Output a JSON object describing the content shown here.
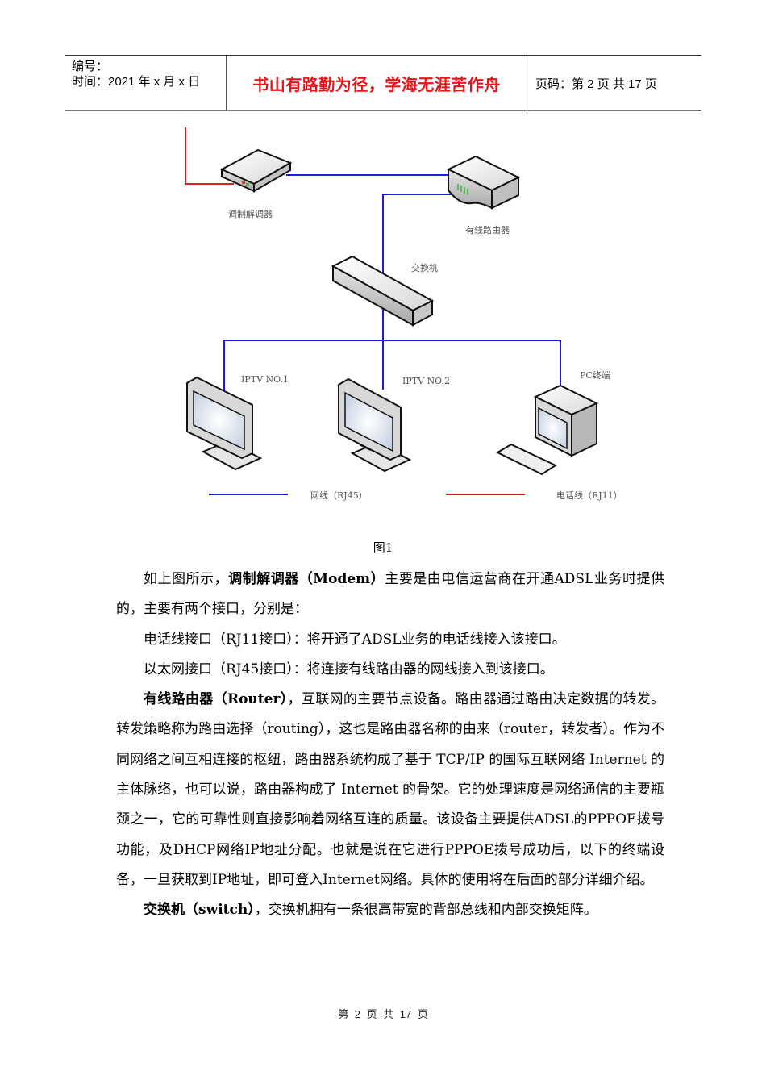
{
  "header": {
    "serial_label": "编号：",
    "date_line": "时间：2021 年 x 月 x 日",
    "motto": "书山有路勤为径，学海无涯苦作舟",
    "page_info": "页码：第 2 页  共 17 页"
  },
  "diagram": {
    "devices": {
      "modem": "调制解调器",
      "router": "有线路由器",
      "switch": "交换机",
      "iptv1": "IPTV NO.1",
      "iptv2": "IPTV NO.2",
      "pc": "PC终端"
    },
    "legend": {
      "network_cable": "网线（RJ45）",
      "phone_cable": "电话线（RJ11）"
    },
    "colors": {
      "network": "#1a1adc",
      "phone": "#e02020"
    }
  },
  "caption": "图1",
  "paragraphs": {
    "p1_pre": "如上图所示，",
    "p1_bold": "调制解调器（Modem）",
    "p1_post": "主要是由电信运营商在开通ADSL业务时提供的，主要有两个接口，分别是：",
    "p2": "电话线接口（RJ11接口）：将开通了ADSL业务的电话线接入该接口。",
    "p3": "以太网接口（RJ45接口）：将连接有线路由器的网线接入到该接口。",
    "p4_bold": "有线路由器（Router）",
    "p4_post": "，互联网的主要节点设备。路由器通过路由决定数据的转发。转发策略称为路由选择（routing），这也是路由器名称的由来（router，转发者）。作为不同网络之间互相连接的枢纽，路由器系统构成了基于 TCP/IP 的国际互联网络 Internet 的主体脉络，也可以说，路由器构成了 Internet 的骨架。它的处理速度是网络通信的主要瓶颈之一，它的可靠性则直接影响着网络互连的质量。该设备主要提供ADSL的PPPOE拨号功能，及DHCP网络IP地址分配。也就是说在它进行PPPOE拨号成功后，以下的终端设备，一旦获取到IP地址，即可登入Internet网络。具体的使用将在后面的部分详细介绍。",
    "p5_bold": "交换机（switch）",
    "p5_post": "，交换机拥有一条很高带宽的背部总线和内部交换矩阵。"
  },
  "footer": "第 2 页 共 17 页"
}
